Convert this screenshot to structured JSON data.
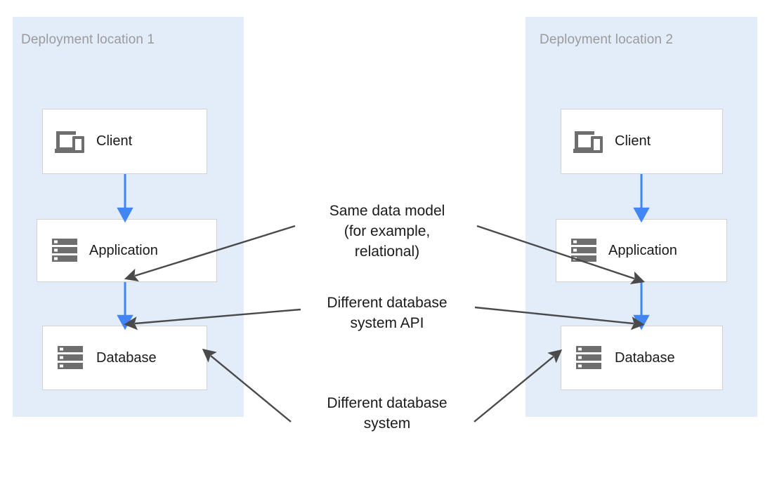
{
  "diagram": {
    "type": "architecture-diagram",
    "background": "#ffffff",
    "zone_color": "#e3edfa",
    "flow_arrow_color": "#4285f4",
    "callout_arrow_color": "#4a4a4a",
    "node_border_color": "#d2d2d2",
    "zone_title_color": "#9b9b9b",
    "zones": [
      {
        "title": "Deployment location 1",
        "nodes": [
          {
            "label": "Client",
            "icon": "devices-icon"
          },
          {
            "label": "Application",
            "icon": "server-icon"
          },
          {
            "label": "Database",
            "icon": "server-icon"
          }
        ]
      },
      {
        "title": "Deployment location 2",
        "nodes": [
          {
            "label": "Client",
            "icon": "devices-icon"
          },
          {
            "label": "Application",
            "icon": "server-icon"
          },
          {
            "label": "Database",
            "icon": "server-icon"
          }
        ]
      }
    ],
    "callouts": [
      {
        "text": "Same data model\n(for example,\nrelational)"
      },
      {
        "text": "Different database\nsystem API"
      },
      {
        "text": "Different database\nsystem"
      }
    ]
  }
}
